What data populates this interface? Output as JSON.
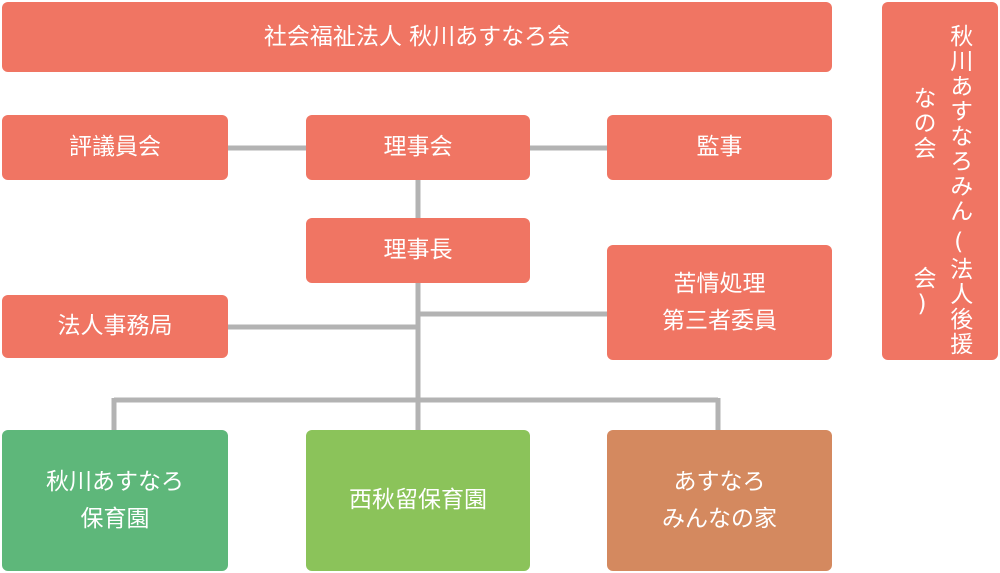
{
  "org_name": "社会福祉法人 秋川あすなろ会",
  "council": "評議員会",
  "board": "理事会",
  "auditor": "監事",
  "chairman": "理事長",
  "grievance_line1": "苦情処理",
  "grievance_line2": "第三者委員",
  "secretariat": "法人事務局",
  "nursery1_line1": "秋川あすなろ",
  "nursery1_line2": "保育園",
  "nursery2": "西秋留保育園",
  "home_line1": "あすなろ",
  "home_line2": "みんなの家",
  "support_group_line1": "秋川あすなろみんなの会",
  "support_group_line2": "(法人後援会)",
  "colors": {
    "salmon": "#f07563",
    "green_dark": "#5eb77a",
    "green_light": "#8bc35a",
    "tan": "#d4895f",
    "line": "#b3b3b3"
  }
}
